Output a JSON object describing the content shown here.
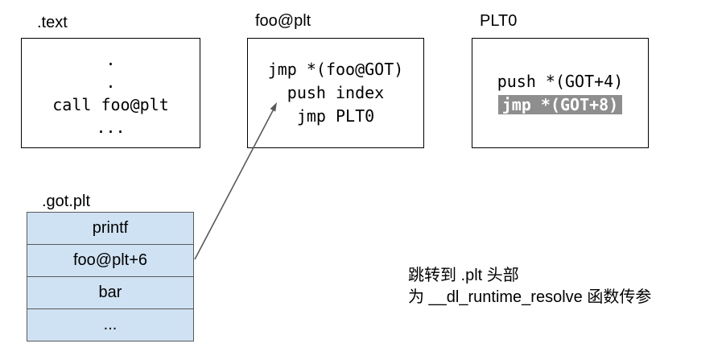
{
  "sections": {
    "text": {
      "label": ".text",
      "lines": [
        ".",
        ".",
        "call foo@plt",
        "..."
      ]
    },
    "foo_plt": {
      "label": "foo@plt",
      "lines": [
        "jmp *(foo@GOT)",
        "push index",
        "jmp PLT0"
      ]
    },
    "plt0": {
      "label": "PLT0",
      "line_normal": "push *(GOT+4)",
      "line_highlighted": "jmp *(GOT+8)"
    },
    "got_plt": {
      "label": ".got.plt",
      "rows": [
        "printf",
        "foo@plt+6",
        "bar",
        "..."
      ]
    }
  },
  "annotation": {
    "line1": "跳转到 .plt 头部",
    "line2": "为 __dl_runtime_resolve 函数传参"
  },
  "connector": {
    "from": "got-plt-row-foo@plt+6",
    "to": "foo@plt-box"
  },
  "colors": {
    "text": "#000000",
    "box_border": "#000000",
    "table_fill": "#cfe2f3",
    "table_border": "#595959",
    "highlight_bg": "#8e8e8e",
    "highlight_text": "#ffffff",
    "arrow": "#595959"
  }
}
